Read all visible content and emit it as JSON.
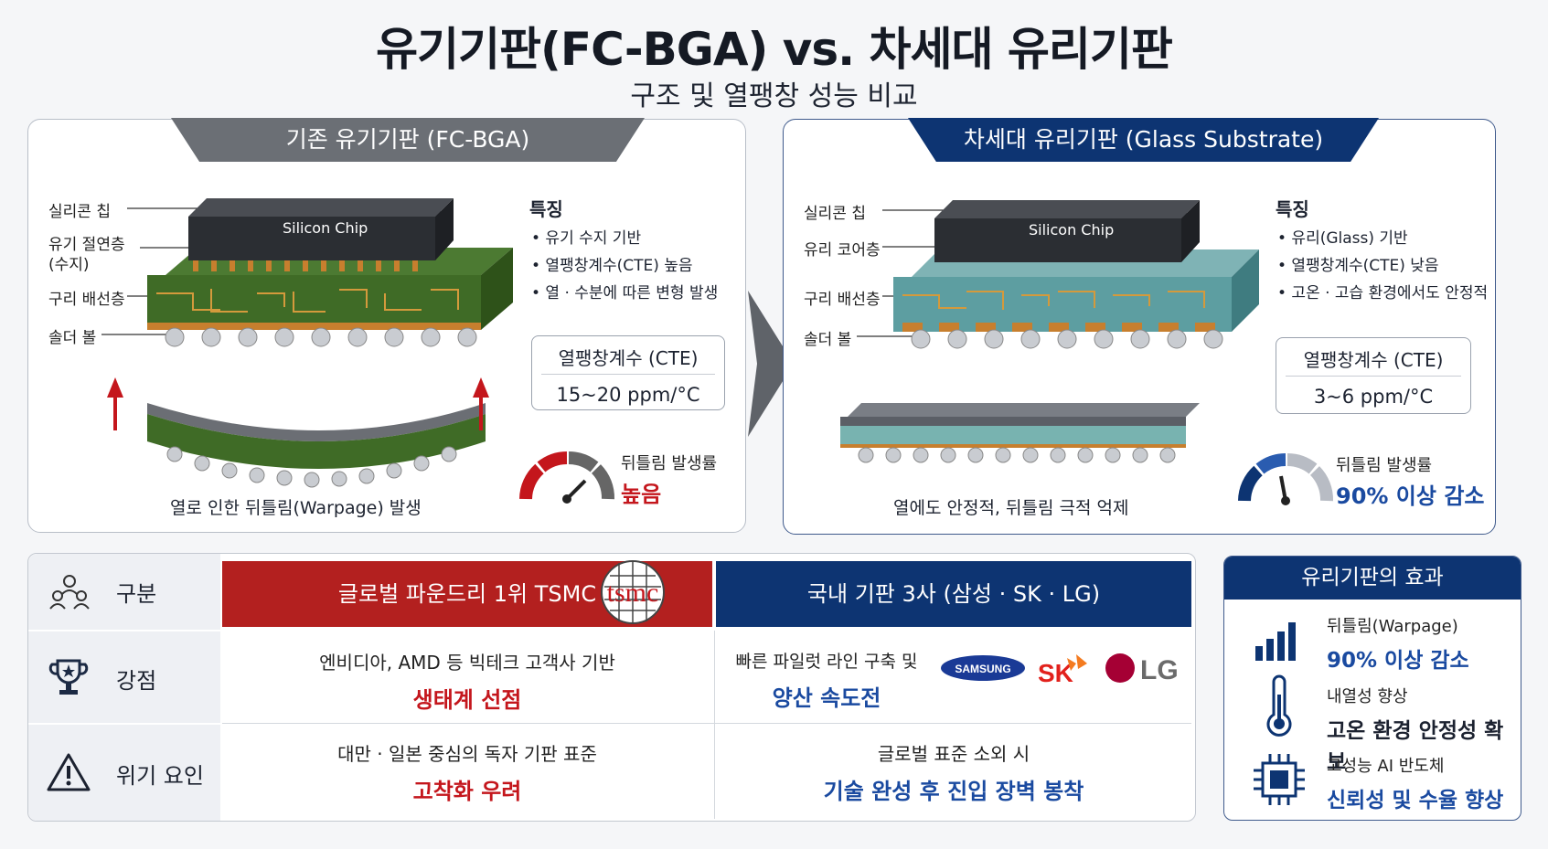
{
  "title": "유기기판(FC-BGA) vs. 차세대 유리기판",
  "subtitle": "구조 및 열팽창 성능 비교",
  "left_panel": {
    "header": "기존 유기기판 (FC-BGA)",
    "labels": [
      "실리콘 칩",
      "유기 절연층\n(수지)",
      "구리 배선층",
      "솔더 볼"
    ],
    "chip_text": "Silicon Chip",
    "features_title": "특징",
    "features": [
      "• 유기 수지 기반",
      "• 열팽창계수(CTE) 높음",
      "• 열 · 수분에 따른 변형 발생"
    ],
    "cte_caption": "열팽창계수 (CTE)",
    "cte_value": "15~20 ppm/°C",
    "warp_note": "열로 인한 뒤틀림(Warpage) 발생",
    "rate_label": "뒤틀림 발생률",
    "rate_value": "높음",
    "gauge_level": 0.8
  },
  "right_panel": {
    "header": "차세대 유리기판 (Glass Substrate)",
    "labels": [
      "실리콘 칩",
      "유리 코어층",
      "구리 배선층",
      "솔더 볼"
    ],
    "chip_text": "Silicon Chip",
    "features_title": "특징",
    "features": [
      "• 유리(Glass) 기반",
      "• 열팽창계수(CTE) 낮음",
      "• 고온 · 고습 환경에서도 안정적"
    ],
    "cte_caption": "열팽창계수 (CTE)",
    "cte_value": "3~6 ppm/°C",
    "warp_note": "열에도 안정적, 뒤틀림 극적 억제",
    "rate_label": "뒤틀림 발생률",
    "rate_value": "90% 이상 감소",
    "gauge_level": 0.2
  },
  "table": {
    "rows": [
      "구분",
      "강점",
      "위기 요인"
    ],
    "tsmc": {
      "header": "글로벌 파운드리 1위 TSMC",
      "logo_text": "tsmc",
      "strength_l1": "엔비디아, AMD 등 빅테크 고객사 기반",
      "strength_l2": "생태계 선점",
      "risk_l1": "대만 · 일본 중심의 독자 기판 표준",
      "risk_l2": "고착화 우려"
    },
    "korea": {
      "header": "국내 기판 3사 (삼성 · SK · LG)",
      "strength_l1": "빠른 파일럿 라인 구축 및",
      "strength_l2": "양산 속도전",
      "logos": [
        "SAMSUNG",
        "SK",
        "LG"
      ],
      "risk_l1": "글로벌 표준 소외 시",
      "risk_l2": "기술 완성 후 진입 장벽 봉착"
    }
  },
  "effects": {
    "header": "유리기판의 효과",
    "items": [
      {
        "icon": "bar-chart-icon",
        "a": "뒤틀림(Warpage)",
        "b": "90% 이상 감소"
      },
      {
        "icon": "thermometer-icon",
        "a": "내열성 향상",
        "b": "고온 환경 안정성 확보"
      },
      {
        "icon": "chip-icon",
        "a": "고성능 AI 반도체",
        "b": "신뢰성 및 수율 향상"
      }
    ]
  },
  "colors": {
    "red": "#c4161c",
    "navy": "#0d3472",
    "blue_text": "#1a4aa0",
    "gray_header": "#6b6f75"
  }
}
